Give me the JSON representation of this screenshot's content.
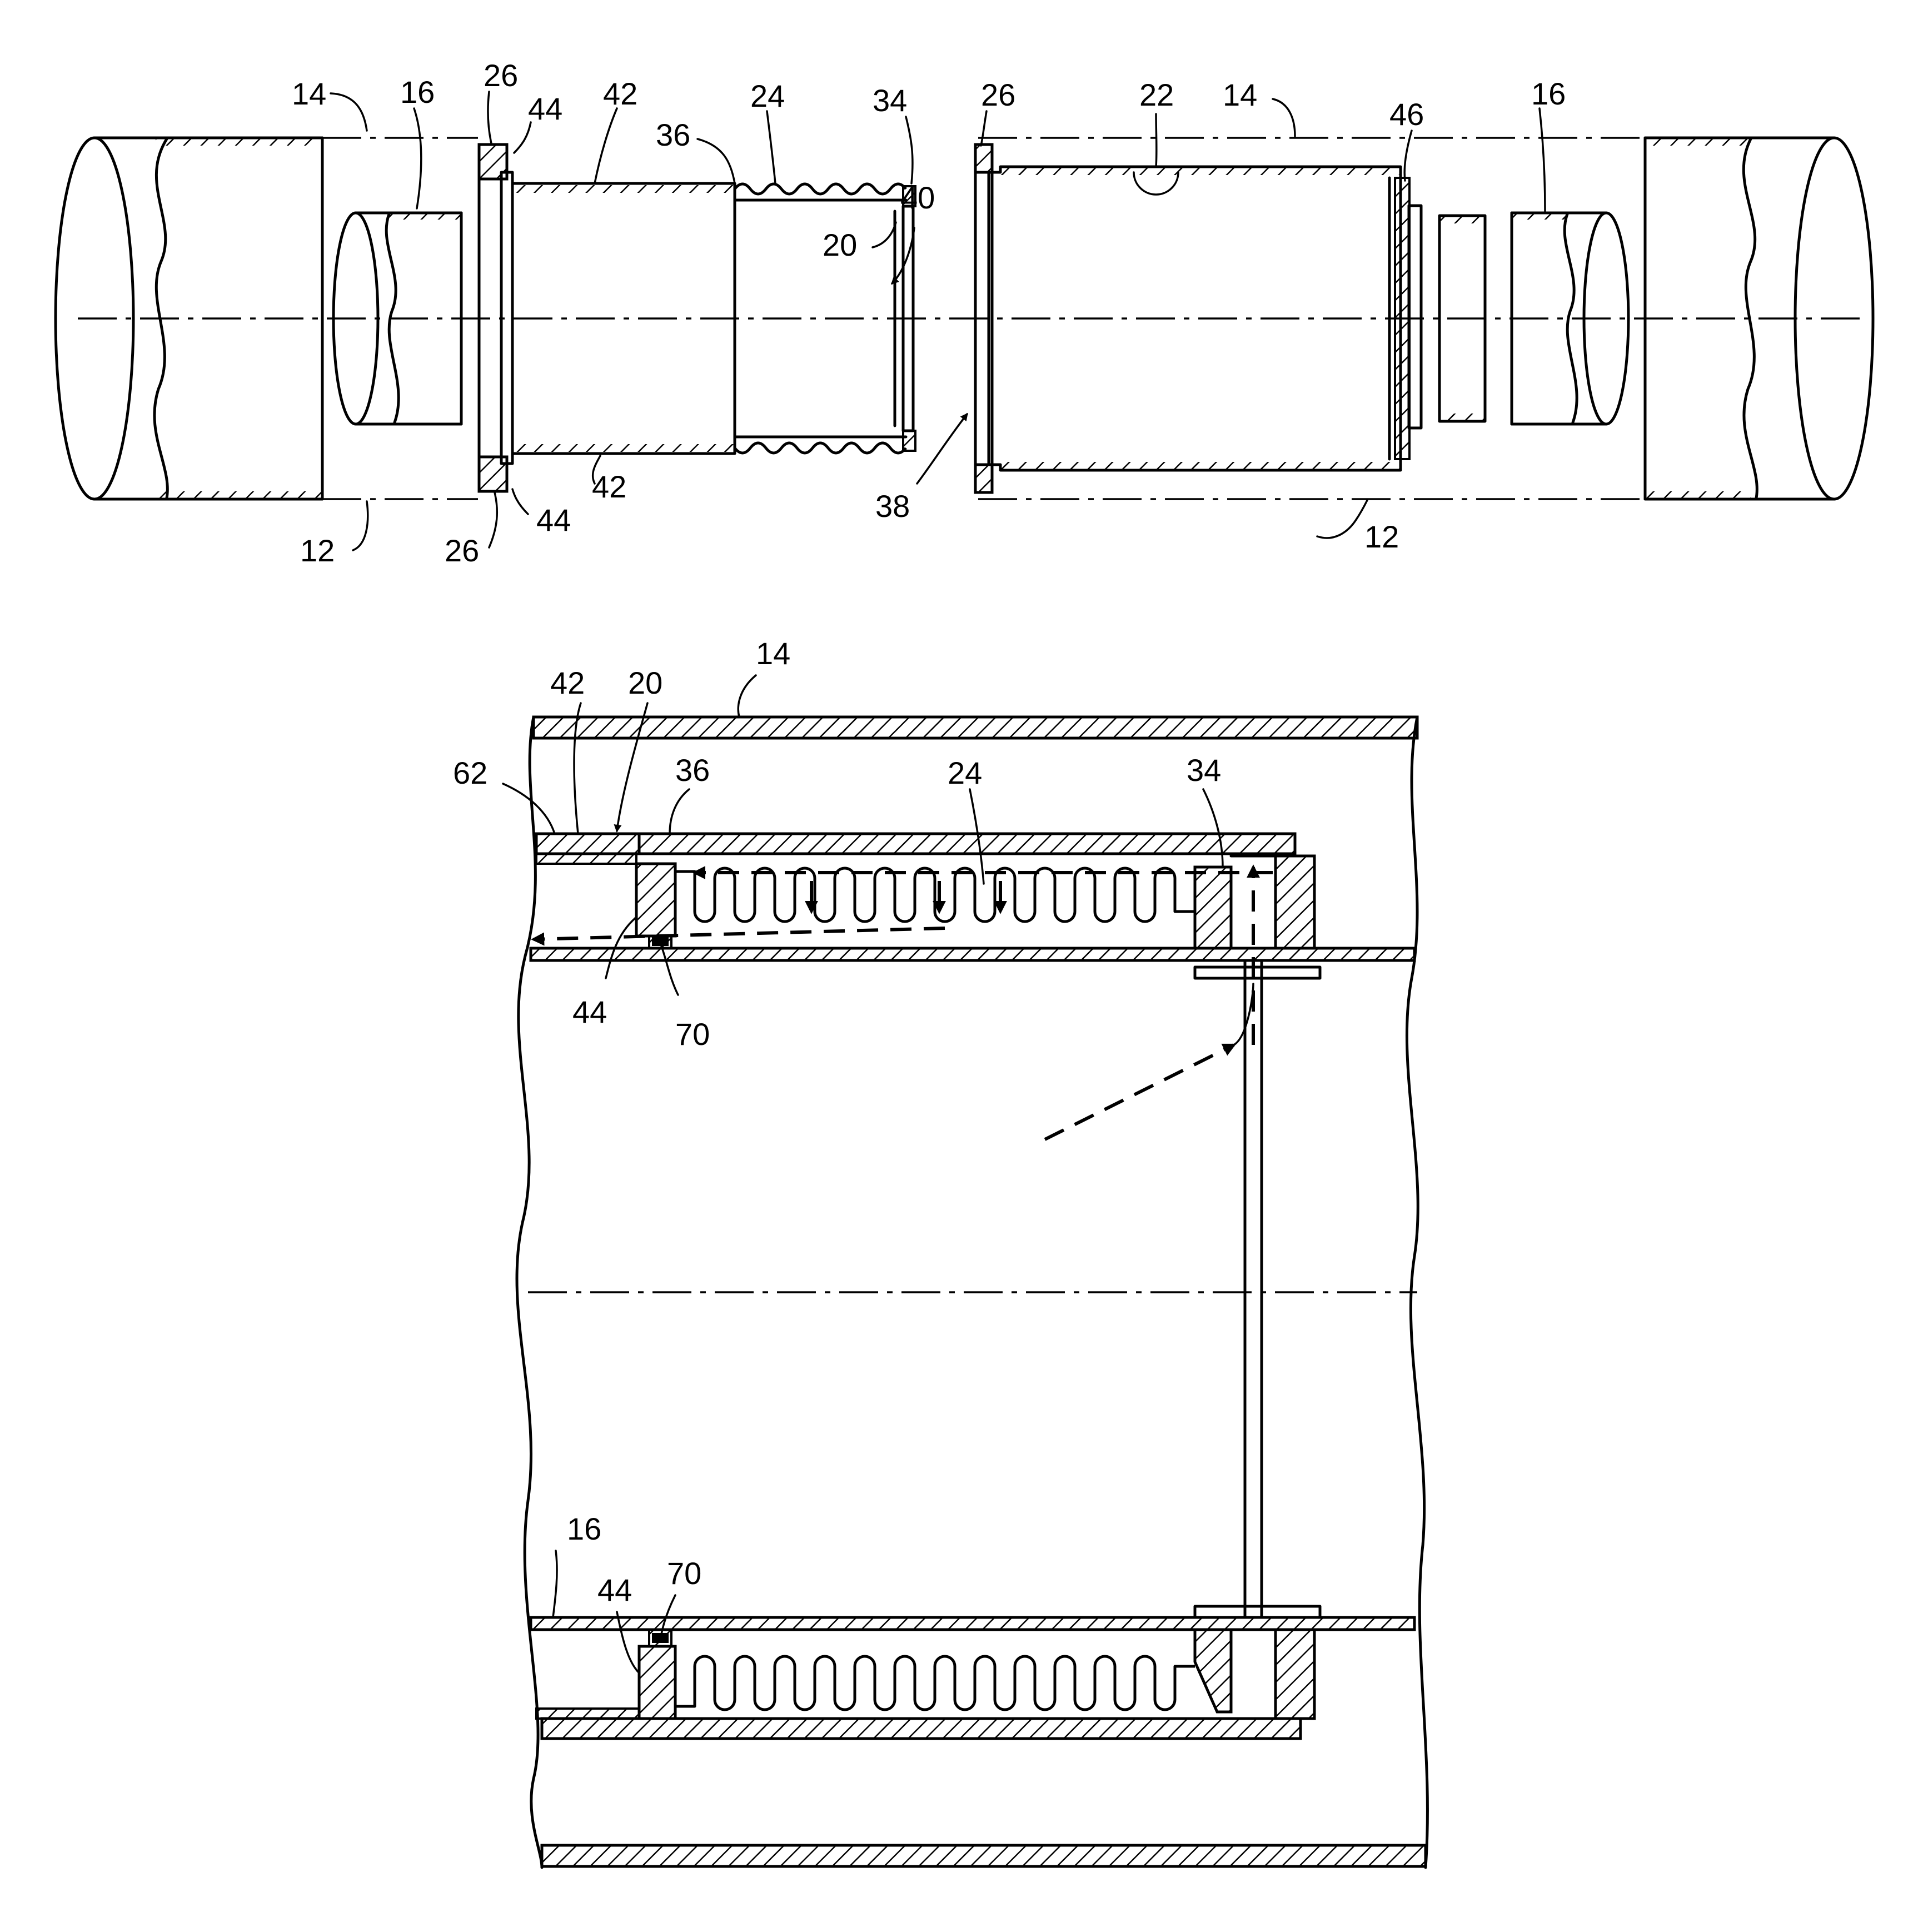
{
  "figure_top": {
    "labels": [
      "14",
      "16",
      "26",
      "44",
      "42",
      "36",
      "24",
      "34",
      "40",
      "20",
      "26",
      "22",
      "14",
      "46",
      "16",
      "12",
      "26",
      "44",
      "42",
      "38",
      "12"
    ]
  },
  "figure_bottom": {
    "labels": [
      "14",
      "42",
      "20",
      "62",
      "36",
      "24",
      "34",
      "44",
      "70",
      "16",
      "44",
      "70"
    ]
  }
}
